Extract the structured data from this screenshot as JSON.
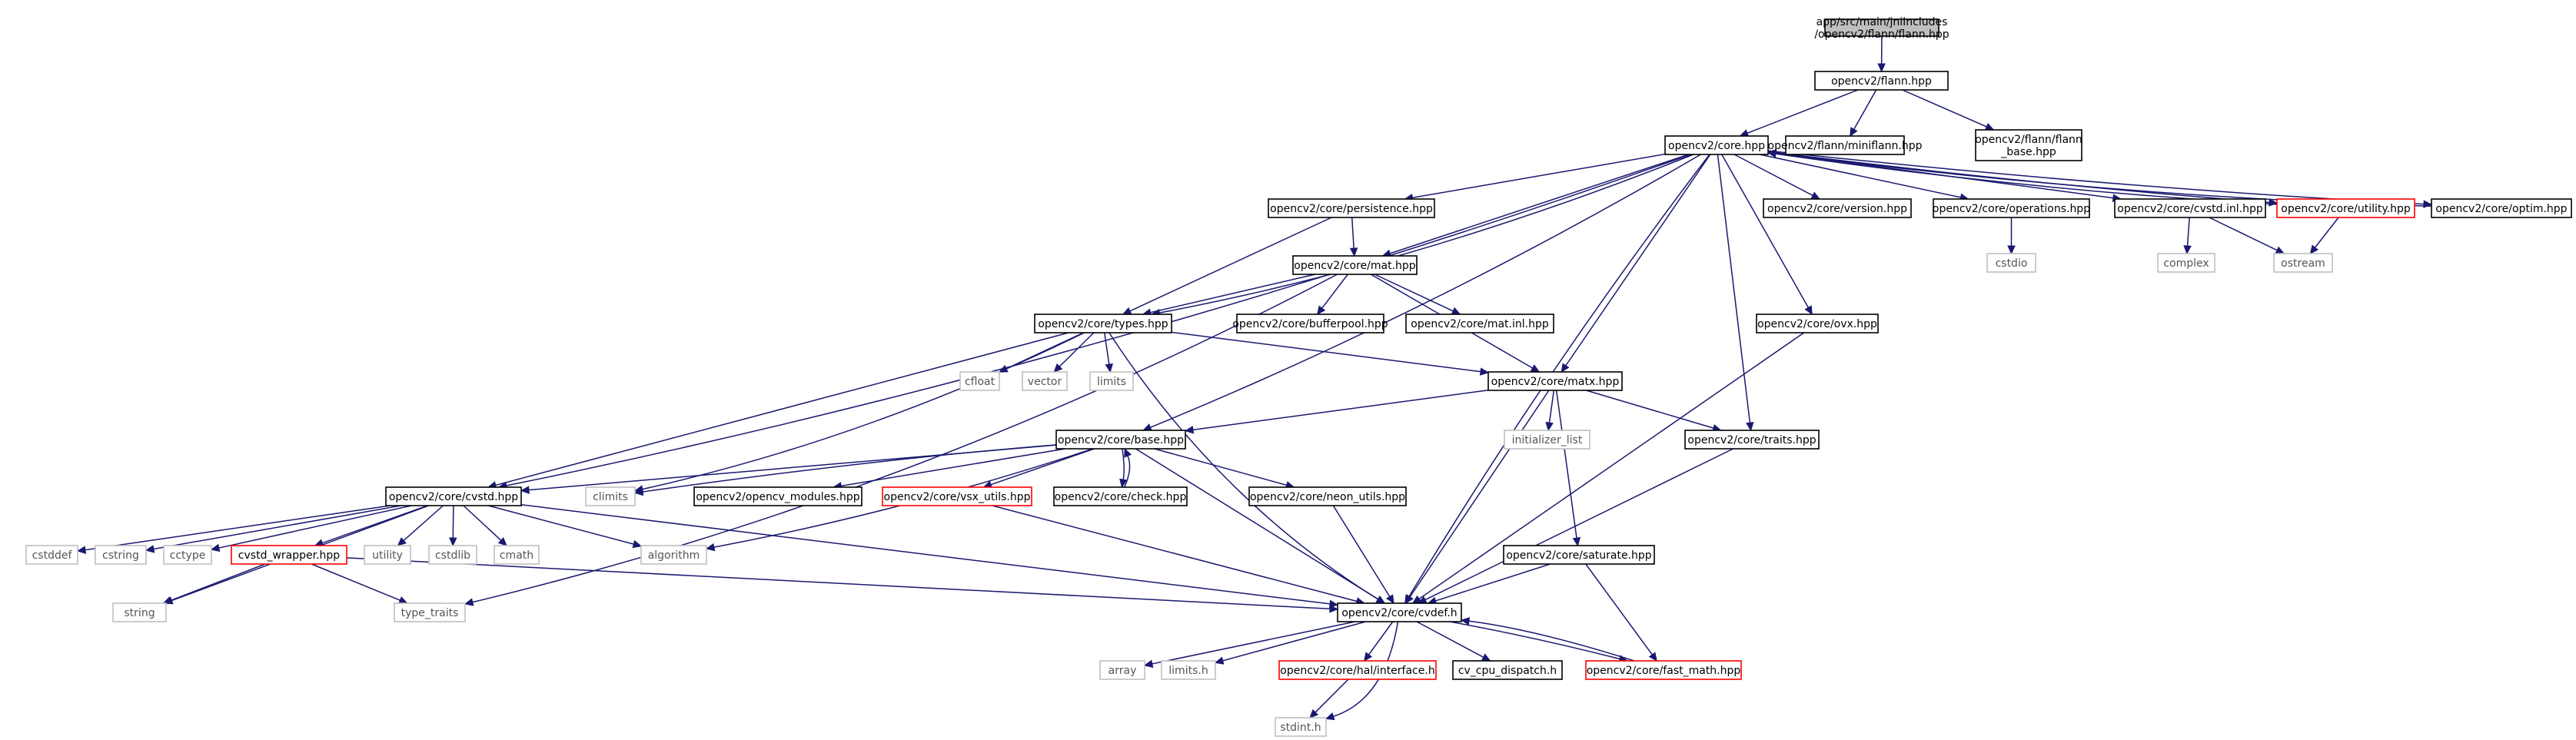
{
  "palette": {
    "edge": "#191970",
    "root_fill": "#bfbfbf",
    "root_border": "#000000",
    "node_border": "#000000",
    "truncated_border": "#ff0000",
    "external_border": "#bfbfbf",
    "external_text": "#555555",
    "text": "#000000"
  },
  "graph": {
    "nodes": [
      {
        "id": "root",
        "lines": [
          "app/src/main/jniIncludes",
          "/opencv2/flann/flann.hpp"
        ],
        "kind": "root"
      },
      {
        "id": "flann",
        "lines": [
          "opencv2/flann.hpp"
        ],
        "kind": "normal"
      },
      {
        "id": "core",
        "lines": [
          "opencv2/core.hpp"
        ],
        "kind": "normal"
      },
      {
        "id": "miniflann",
        "lines": [
          "opencv2/flann/miniflann.hpp"
        ],
        "kind": "normal"
      },
      {
        "id": "flann_base",
        "lines": [
          "opencv2/flann/flann",
          "_base.hpp"
        ],
        "kind": "normal"
      },
      {
        "id": "persistence",
        "lines": [
          "opencv2/core/persistence.hpp"
        ],
        "kind": "normal"
      },
      {
        "id": "version",
        "lines": [
          "opencv2/core/version.hpp"
        ],
        "kind": "normal"
      },
      {
        "id": "operations",
        "lines": [
          "opencv2/core/operations.hpp"
        ],
        "kind": "normal"
      },
      {
        "id": "cvstd_inl",
        "lines": [
          "opencv2/core/cvstd.inl.hpp"
        ],
        "kind": "normal"
      },
      {
        "id": "utility",
        "lines": [
          "opencv2/core/utility.hpp"
        ],
        "kind": "truncated"
      },
      {
        "id": "optim",
        "lines": [
          "opencv2/core/optim.hpp"
        ],
        "kind": "normal"
      },
      {
        "id": "cstdio",
        "lines": [
          "cstdio"
        ],
        "kind": "external"
      },
      {
        "id": "complex",
        "lines": [
          "complex"
        ],
        "kind": "external"
      },
      {
        "id": "ostream",
        "lines": [
          "ostream"
        ],
        "kind": "external"
      },
      {
        "id": "mat",
        "lines": [
          "opencv2/core/mat.hpp"
        ],
        "kind": "normal"
      },
      {
        "id": "types",
        "lines": [
          "opencv2/core/types.hpp"
        ],
        "kind": "normal"
      },
      {
        "id": "bufferpool",
        "lines": [
          "opencv2/core/bufferpool.hpp"
        ],
        "kind": "normal"
      },
      {
        "id": "mat_inl",
        "lines": [
          "opencv2/core/mat.inl.hpp"
        ],
        "kind": "normal"
      },
      {
        "id": "ovx",
        "lines": [
          "opencv2/core/ovx.hpp"
        ],
        "kind": "normal"
      },
      {
        "id": "cfloat",
        "lines": [
          "cfloat"
        ],
        "kind": "external"
      },
      {
        "id": "vector",
        "lines": [
          "vector"
        ],
        "kind": "external"
      },
      {
        "id": "limits",
        "lines": [
          "limits"
        ],
        "kind": "external"
      },
      {
        "id": "matx",
        "lines": [
          "opencv2/core/matx.hpp"
        ],
        "kind": "normal"
      },
      {
        "id": "base",
        "lines": [
          "opencv2/core/base.hpp"
        ],
        "kind": "normal"
      },
      {
        "id": "initializer_list",
        "lines": [
          "initializer_list"
        ],
        "kind": "external"
      },
      {
        "id": "traits",
        "lines": [
          "opencv2/core/traits.hpp"
        ],
        "kind": "normal"
      },
      {
        "id": "cvstd",
        "lines": [
          "opencv2/core/cvstd.hpp"
        ],
        "kind": "normal"
      },
      {
        "id": "climits",
        "lines": [
          "climits"
        ],
        "kind": "external"
      },
      {
        "id": "opencv_modules",
        "lines": [
          "opencv2/opencv_modules.hpp"
        ],
        "kind": "normal"
      },
      {
        "id": "vsx_utils",
        "lines": [
          "opencv2/core/vsx_utils.hpp"
        ],
        "kind": "truncated"
      },
      {
        "id": "check",
        "lines": [
          "opencv2/core/check.hpp"
        ],
        "kind": "normal"
      },
      {
        "id": "neon_utils",
        "lines": [
          "opencv2/core/neon_utils.hpp"
        ],
        "kind": "normal"
      },
      {
        "id": "cstddef",
        "lines": [
          "cstddef"
        ],
        "kind": "external"
      },
      {
        "id": "cstring",
        "lines": [
          "cstring"
        ],
        "kind": "external"
      },
      {
        "id": "cctype",
        "lines": [
          "cctype"
        ],
        "kind": "external"
      },
      {
        "id": "cvstd_wrapper",
        "lines": [
          "cvstd_wrapper.hpp"
        ],
        "kind": "truncated"
      },
      {
        "id": "std_utility",
        "lines": [
          "utility"
        ],
        "kind": "external"
      },
      {
        "id": "cstdlib",
        "lines": [
          "cstdlib"
        ],
        "kind": "external"
      },
      {
        "id": "cmath",
        "lines": [
          "cmath"
        ],
        "kind": "external"
      },
      {
        "id": "algorithm",
        "lines": [
          "algorithm"
        ],
        "kind": "external"
      },
      {
        "id": "saturate",
        "lines": [
          "opencv2/core/saturate.hpp"
        ],
        "kind": "normal"
      },
      {
        "id": "string",
        "lines": [
          "string"
        ],
        "kind": "external"
      },
      {
        "id": "type_traits",
        "lines": [
          "type_traits"
        ],
        "kind": "external"
      },
      {
        "id": "cvdef",
        "lines": [
          "opencv2/core/cvdef.h"
        ],
        "kind": "normal"
      },
      {
        "id": "array",
        "lines": [
          "array"
        ],
        "kind": "external"
      },
      {
        "id": "limits_h",
        "lines": [
          "limits.h"
        ],
        "kind": "external"
      },
      {
        "id": "hal_interface",
        "lines": [
          "opencv2/core/hal/interface.h"
        ],
        "kind": "truncated"
      },
      {
        "id": "cv_cpu_dispatch",
        "lines": [
          "cv_cpu_dispatch.h"
        ],
        "kind": "normal"
      },
      {
        "id": "fast_math",
        "lines": [
          "opencv2/core/fast_math.hpp"
        ],
        "kind": "truncated"
      },
      {
        "id": "stdint",
        "lines": [
          "stdint.h"
        ],
        "kind": "external"
      }
    ],
    "edges": [
      [
        "root",
        "flann"
      ],
      [
        "flann",
        "core"
      ],
      [
        "flann",
        "miniflann"
      ],
      [
        "flann",
        "flann_base"
      ],
      [
        "core",
        "cvdef"
      ],
      [
        "core",
        "version"
      ],
      [
        "core",
        "base"
      ],
      [
        "core",
        "traits"
      ],
      [
        "core",
        "matx"
      ],
      [
        "core",
        "types"
      ],
      [
        "core",
        "mat"
      ],
      [
        "core",
        "persistence"
      ],
      [
        "core",
        "operations"
      ],
      [
        "core",
        "cvstd_inl"
      ],
      [
        "core",
        "utility"
      ],
      [
        "core",
        "optim"
      ],
      [
        "core",
        "ovx"
      ],
      [
        "core",
        "cvstd"
      ],
      [
        "utility",
        "core"
      ],
      [
        "optim",
        "core"
      ],
      [
        "operations",
        "cstdio"
      ],
      [
        "cvstd_inl",
        "complex"
      ],
      [
        "cvstd_inl",
        "ostream"
      ],
      [
        "utility",
        "ostream"
      ],
      [
        "persistence",
        "types"
      ],
      [
        "persistence",
        "mat"
      ],
      [
        "mat",
        "matx"
      ],
      [
        "mat",
        "types"
      ],
      [
        "mat",
        "bufferpool"
      ],
      [
        "mat",
        "type_traits"
      ],
      [
        "mat",
        "mat_inl"
      ],
      [
        "types",
        "climits"
      ],
      [
        "types",
        "cfloat"
      ],
      [
        "types",
        "vector"
      ],
      [
        "types",
        "limits"
      ],
      [
        "types",
        "cvdef"
      ],
      [
        "types",
        "cvstd"
      ],
      [
        "types",
        "matx"
      ],
      [
        "matx",
        "cvdef"
      ],
      [
        "matx",
        "base"
      ],
      [
        "matx",
        "traits"
      ],
      [
        "matx",
        "saturate"
      ],
      [
        "matx",
        "initializer_list"
      ],
      [
        "base",
        "opencv_modules"
      ],
      [
        "base",
        "climits"
      ],
      [
        "base",
        "algorithm"
      ],
      [
        "base",
        "cvdef"
      ],
      [
        "base",
        "cvstd"
      ],
      [
        "base",
        "neon_utils"
      ],
      [
        "base",
        "vsx_utils"
      ],
      [
        "base",
        "check"
      ],
      [
        "check",
        "base"
      ],
      [
        "cvstd",
        "cvdef"
      ],
      [
        "cvstd",
        "cstddef"
      ],
      [
        "cvstd",
        "cstring"
      ],
      [
        "cvstd",
        "cctype"
      ],
      [
        "cvstd",
        "string"
      ],
      [
        "cvstd",
        "algorithm"
      ],
      [
        "cvstd",
        "std_utility"
      ],
      [
        "cvstd",
        "cstdlib"
      ],
      [
        "cvstd",
        "cmath"
      ],
      [
        "cvstd",
        "cvstd_wrapper"
      ],
      [
        "cvstd_wrapper",
        "cvdef"
      ],
      [
        "cvstd_wrapper",
        "string"
      ],
      [
        "cvstd_wrapper",
        "type_traits"
      ],
      [
        "neon_utils",
        "cvdef"
      ],
      [
        "vsx_utils",
        "cvdef"
      ],
      [
        "traits",
        "cvdef"
      ],
      [
        "ovx",
        "cvdef"
      ],
      [
        "saturate",
        "cvdef"
      ],
      [
        "saturate",
        "fast_math"
      ],
      [
        "cvdef",
        "hal_interface"
      ],
      [
        "cvdef",
        "cv_cpu_dispatch"
      ],
      [
        "cvdef",
        "array"
      ],
      [
        "cvdef",
        "limits_h"
      ],
      [
        "cvdef",
        "stdint"
      ],
      [
        "cvdef",
        "fast_math"
      ],
      [
        "fast_math",
        "cvdef"
      ],
      [
        "hal_interface",
        "stdint"
      ]
    ]
  }
}
